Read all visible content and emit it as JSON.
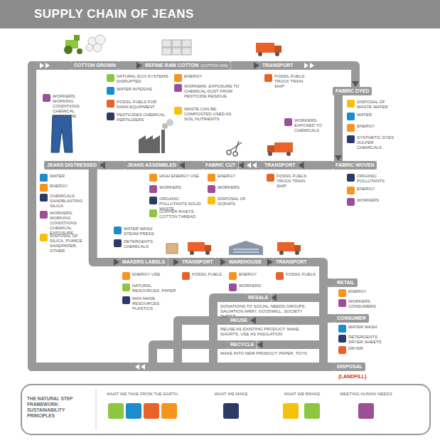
{
  "diagram": {
    "title": "SUPPLY CHAIN OF JEANS",
    "nodes": [
      {
        "text": [
          "COTTON GROWN",
          "NATURAL ECO-SYSTEMS DISRUPTED",
          "WATER INTESIVE",
          "FOSSIL FUELS FOR FARM EQUIPMENT",
          "PESTICIDES CHEMICAL FERTILIZERS",
          "WORKERS: WORKING CONDITIONS CHEMICAL EXPOSURE"
        ]
      },
      {
        "text": [
          "REFINE RAW COTTON",
          "(COTTON GIN)",
          "ENERGY",
          "WORKERS: EXPOSURE TO CHEMICAL DUST FROM PESTICIDE RESIDUE",
          "WASTE CAN BE: COMPOSTED USED AS SOIL NUTRIENTS"
        ]
      },
      {
        "text": [
          "TRANSPORT",
          "FOSSIL FUELS: TRUCK TRAIN SHIP"
        ]
      },
      {
        "text": [
          "FABRIC DYED",
          "DISPOSAL OF WASTE WATER",
          "WATER",
          "ENERGY",
          "SYNTHETIC DYES SULFER CHEMICALS",
          "WORKERS: EXPOSED TO CHEMICALS"
        ]
      },
      {
        "text": [
          "FABRIC WOVEN",
          "ORGANIC POLLUTANTS",
          "ENERGY",
          "WORKERS"
        ]
      },
      {
        "text": [
          "TRANSPORT",
          "FOSSIL FUELS: TRUCK TRAIN SHIP"
        ]
      },
      {
        "text": [
          "FABRIC CUT",
          "ENERGY",
          "WORKERS",
          "DISPOSAL OF SCRAPS"
        ]
      },
      {
        "text": [
          "JEANS ASSEMBLED",
          "HIGH ENERGY USE",
          "WORKERS",
          "ORGANIC POLLUTANTS SOLID WASTE",
          "COPPER RIVETS COTTON THREAD",
          "WATER WASH STEAM PRESS",
          "DETERGENTS CHEMICALS"
        ]
      },
      {
        "text": [
          "JEANS DISTRESSED",
          "WATER",
          "ENERGY",
          "CHEMICALS SANDBLASTING SILICA",
          "WORKERS: WORKING CONDITIONS CHEMICAL EXPOSURE",
          "DISPOSAL OF SILICA, PUMICE SANDPAPER, OTHER"
        ]
      },
      {
        "text": [
          "MAKERS LABELS",
          "ENERGY USE",
          "NATURAL RESOURCES: PAPER",
          "MAN MADE RESOURCES: PLASTICS"
        ]
      },
      {
        "text": [
          "TRANSPORT",
          "FOSSIL FUELS"
        ]
      },
      {
        "text": [
          "WAREHOUSE",
          "ENERGY",
          "WORKERS"
        ]
      },
      {
        "text": [
          "TRANSPORT",
          "FOSSIL FUELS"
        ]
      },
      {
        "text": [
          "RETAIL",
          "ENERGY",
          "WORKERS CONSUMERS"
        ]
      },
      {
        "text": [
          "RESALE",
          "DONATIONS TO SOCIAL NEEDS GROUPS: SALVATION ARMY, GOODWILL, SOCIETY THRIFT"
        ]
      },
      {
        "text": [
          "CONSUMER",
          "WATER WASH",
          "DETERGENTS DRYER SHEETS",
          "DRYER"
        ]
      },
      {
        "text": [
          "REUSE",
          "REUSE AS EXISTING PRODUCT: MAKE SHORTS, USE AS INSULATION"
        ]
      },
      {
        "text": [
          "RECYCLE",
          "MAKE INTO NEW PRODUCT: PAPER, TOYS"
        ]
      },
      {
        "text": [
          "DISPOSAL",
          "{LANDFILL}"
        ]
      }
    ],
    "edges": [
      {
        "from": 0,
        "to": 1,
        "arrow": "to"
      },
      {
        "from": 1,
        "to": 2,
        "arrow": "to"
      },
      {
        "from": 2,
        "to": 3,
        "arrow": "to"
      },
      {
        "from": 3,
        "to": 4,
        "arrow": "to"
      },
      {
        "from": 4,
        "to": 5,
        "arrow": "to"
      },
      {
        "from": 5,
        "to": 6,
        "arrow": "to"
      },
      {
        "from": 6,
        "to": 7,
        "arrow": "to"
      },
      {
        "from": 7,
        "to": 8,
        "arrow": "to"
      },
      {
        "from": 8,
        "to": 9,
        "arrow": "to"
      },
      {
        "from": 9,
        "to": 10,
        "arrow": "to"
      },
      {
        "from": 10,
        "to": 11,
        "arrow": "to"
      },
      {
        "from": 11,
        "to": 12,
        "arrow": "to"
      },
      {
        "from": 12,
        "to": 13,
        "arrow": "to"
      },
      {
        "from": 13,
        "to": 15,
        "arrow": "to"
      },
      {
        "from": 15,
        "to": 18,
        "arrow": "to"
      },
      {
        "from": 15,
        "to": 14,
        "arrow": "to"
      },
      {
        "from": 15,
        "to": 16,
        "arrow": "to"
      },
      {
        "from": 15,
        "to": 17,
        "arrow": "to"
      },
      {
        "from": 18,
        "to": 0,
        "arrow": "to"
      },
      {
        "from": 14,
        "to": 0,
        "arrow": "none"
      },
      {
        "from": 16,
        "to": 0,
        "arrow": "none"
      },
      {
        "from": 17,
        "to": 0,
        "arrow": "none"
      }
    ],
    "labels": [
      "THE NATURAL STEP FRAMEWORK: SUSTAINABILITY PRINCIPLES"
    ],
    "legend": [
      {
        "text": "WHAT WE TAKE FROM THE EARTH",
        "color": "#8dc63f"
      },
      {
        "text": "WHAT WE MAKE",
        "color": "#2b3a67"
      },
      {
        "text": "WHAT WE BRAKE",
        "color": "#f4c20d"
      },
      {
        "text": "MEETING HUMAN NEEDS",
        "color": "#9b4f96"
      }
    ]
  }
}
